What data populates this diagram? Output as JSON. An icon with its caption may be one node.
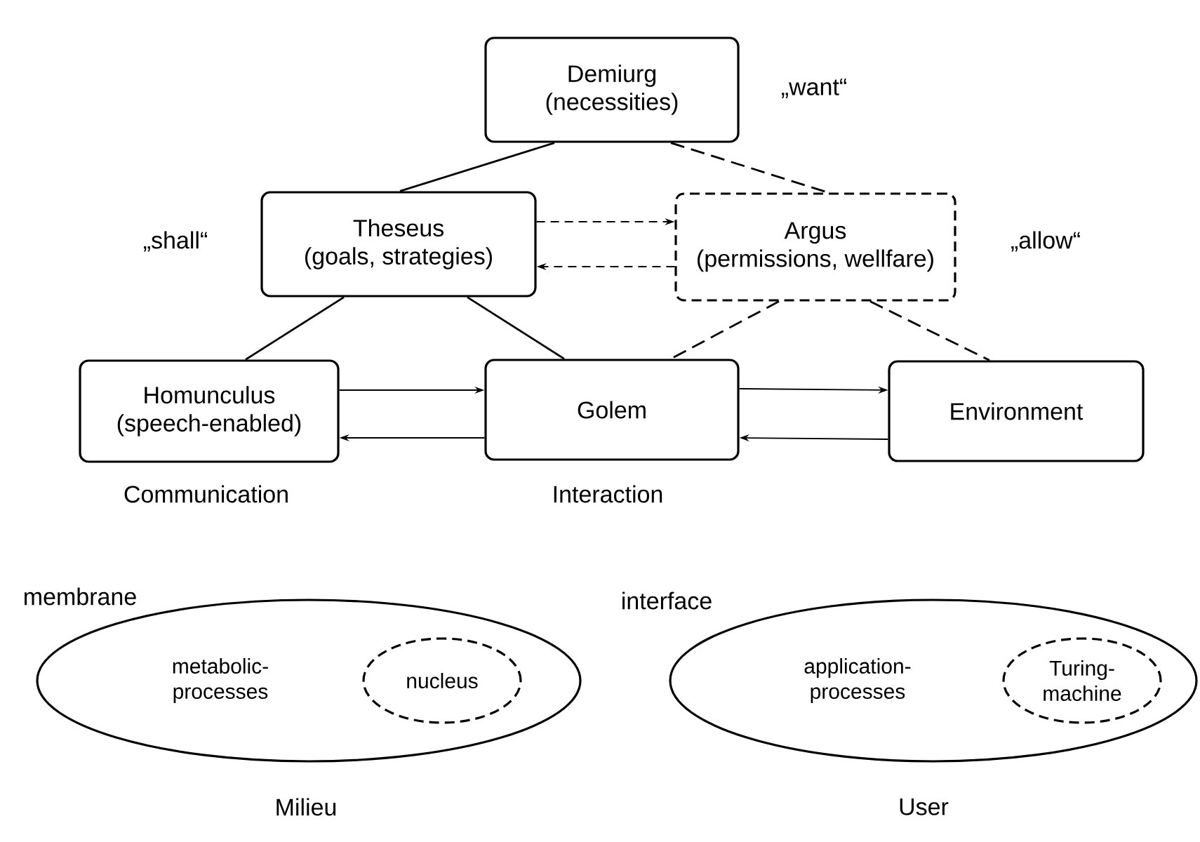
{
  "diagram": {
    "nodes": [
      {
        "text": [
          "Demiurg",
          "(necessities)"
        ],
        "beside": [
          "„want“"
        ]
      },
      {
        "text": [
          "Theseus",
          "(goals, strategies)"
        ],
        "beside": [
          "„shall“"
        ]
      },
      {
        "text": [
          "Argus",
          "(permissions, wellfare)"
        ],
        "beside": [
          "„allow“"
        ]
      },
      {
        "text": [
          "Homunculus",
          "(speech-enabled)"
        ],
        "beside": [
          "Communication"
        ]
      },
      {
        "text": [
          "Golem"
        ],
        "beside": [
          "Interaction"
        ]
      },
      {
        "text": [
          "Environment"
        ]
      },
      {
        "text": [
          "metabolic- processes"
        ],
        "beside": [
          "membrane",
          "Milieu"
        ]
      },
      {
        "text": [
          "nucleus"
        ],
        "in": 6
      },
      {
        "text": [
          "application- processes"
        ],
        "beside": [
          "interface",
          "User"
        ]
      },
      {
        "text": [
          "Turing- machine"
        ],
        "in": 8
      }
    ],
    "edges": [
      {
        "from": 0,
        "to": 1,
        "arrow": "none"
      },
      {
        "from": 0,
        "to": 2,
        "arrow": "none",
        "style": "dashed"
      },
      {
        "from": 1,
        "to": 2,
        "arrow": "to",
        "style": "dashed"
      },
      {
        "from": 2,
        "to": 1,
        "arrow": "to",
        "style": "dashed"
      },
      {
        "from": 1,
        "to": 3,
        "arrow": "none"
      },
      {
        "from": 1,
        "to": 4,
        "arrow": "none"
      },
      {
        "from": 2,
        "to": 4,
        "arrow": "none",
        "style": "dashed"
      },
      {
        "from": 2,
        "to": 5,
        "arrow": "none",
        "style": "dashed"
      },
      {
        "from": 3,
        "to": 4,
        "arrow": "to"
      },
      {
        "from": 4,
        "to": 3,
        "arrow": "to"
      },
      {
        "from": 4,
        "to": 5,
        "arrow": "to"
      },
      {
        "from": 5,
        "to": 4,
        "arrow": "to"
      }
    ]
  }
}
